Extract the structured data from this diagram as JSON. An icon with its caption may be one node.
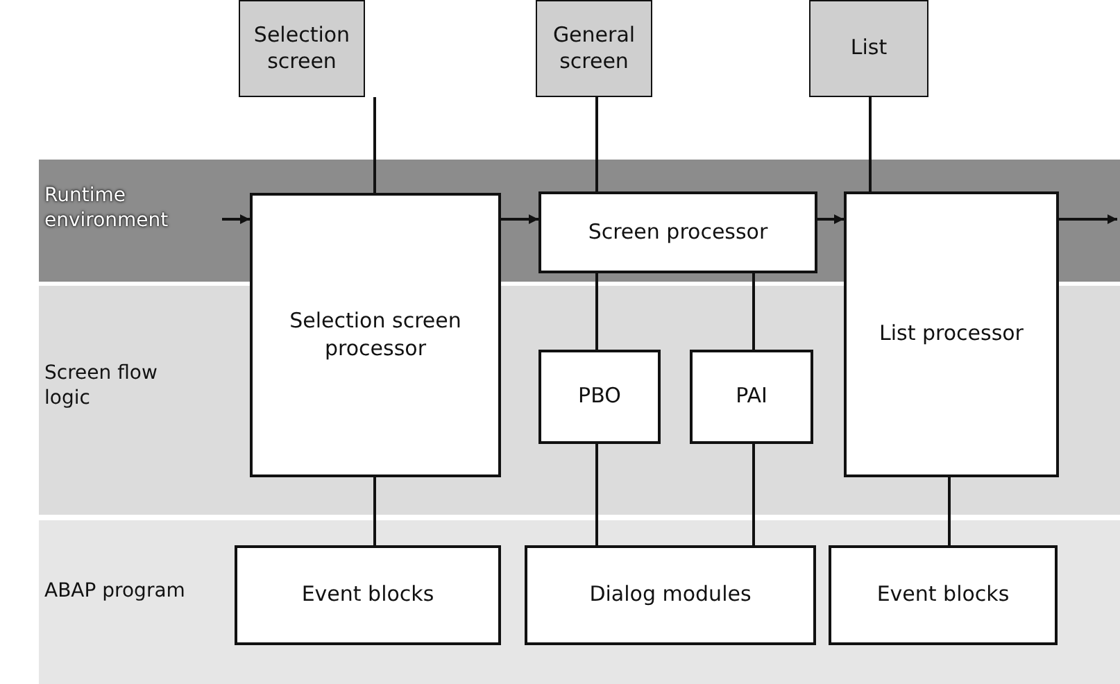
{
  "diagram": {
    "nodes": [
      {
        "text": [
          "Selection screen"
        ]
      },
      {
        "text": [
          "General screen"
        ]
      },
      {
        "text": [
          "List"
        ]
      },
      {
        "text": [
          "Selection screen processor"
        ]
      },
      {
        "text": [
          "Screen processor"
        ]
      },
      {
        "text": [
          "List processor"
        ]
      },
      {
        "text": [
          "PBO"
        ]
      },
      {
        "text": [
          "PAI"
        ]
      },
      {
        "text": [
          "Event blocks"
        ]
      },
      {
        "text": [
          "Dialog modules"
        ]
      },
      {
        "text": [
          "Event blocks"
        ]
      }
    ],
    "edges": [
      {
        "from": null,
        "to": 3,
        "arrow": "to"
      },
      {
        "from": 3,
        "to": 4,
        "arrow": "to"
      },
      {
        "from": 4,
        "to": 5,
        "arrow": "to"
      },
      {
        "from": 5,
        "to": null,
        "arrow": "to"
      },
      {
        "from": 0,
        "to": 3,
        "arrow": "none"
      },
      {
        "from": 1,
        "to": 4,
        "arrow": "none"
      },
      {
        "from": 2,
        "to": 5,
        "arrow": "none"
      },
      {
        "from": 4,
        "to": 6,
        "arrow": "none"
      },
      {
        "from": 4,
        "to": 7,
        "arrow": "none"
      },
      {
        "from": 3,
        "to": 8,
        "arrow": "none"
      },
      {
        "from": 6,
        "to": 9,
        "arrow": "none"
      },
      {
        "from": 7,
        "to": 9,
        "arrow": "none"
      },
      {
        "from": 5,
        "to": 10,
        "arrow": "none"
      }
    ],
    "labels": [
      "Runtime environment",
      "Screen flow logic",
      "ABAP program"
    ]
  }
}
